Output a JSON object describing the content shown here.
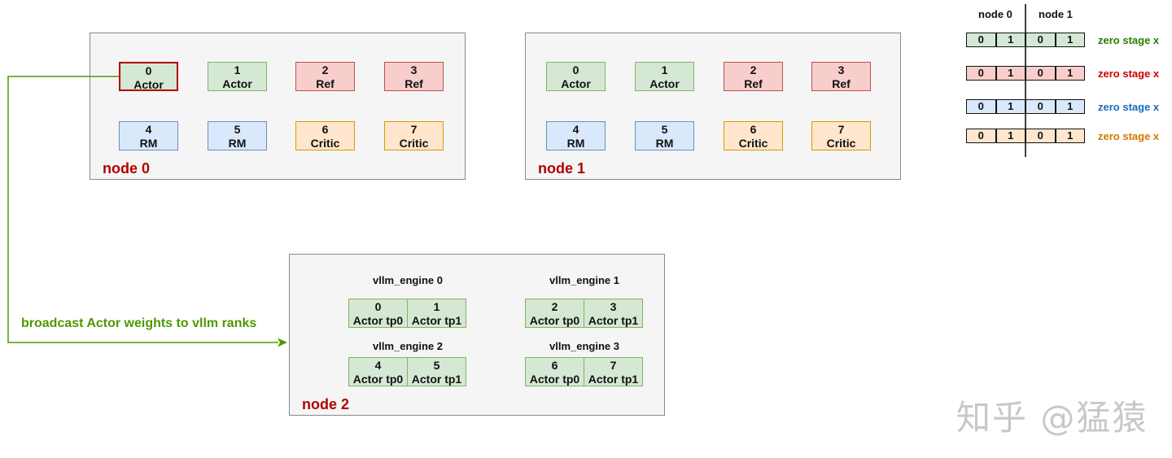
{
  "colors": {
    "actor": "#d5e8d4",
    "ref": "#f8cecc",
    "rm": "#dae8fc",
    "critic": "#ffe6cc",
    "node_label": "#b20000",
    "arrow": "#4d9900"
  },
  "nodes": [
    {
      "label": "node 0",
      "gpus": [
        {
          "id": "0",
          "role": "Actor"
        },
        {
          "id": "1",
          "role": "Actor"
        },
        {
          "id": "2",
          "role": "Ref"
        },
        {
          "id": "3",
          "role": "Ref"
        },
        {
          "id": "4",
          "role": "RM"
        },
        {
          "id": "5",
          "role": "RM"
        },
        {
          "id": "6",
          "role": "Critic"
        },
        {
          "id": "7",
          "role": "Critic"
        }
      ]
    },
    {
      "label": "node 1",
      "gpus": [
        {
          "id": "0",
          "role": "Actor"
        },
        {
          "id": "1",
          "role": "Actor"
        },
        {
          "id": "2",
          "role": "Ref"
        },
        {
          "id": "3",
          "role": "Ref"
        },
        {
          "id": "4",
          "role": "RM"
        },
        {
          "id": "5",
          "role": "RM"
        },
        {
          "id": "6",
          "role": "Critic"
        },
        {
          "id": "7",
          "role": "Critic"
        }
      ]
    }
  ],
  "vllm_node": {
    "label": "node 2",
    "engines": [
      {
        "title": "vllm_engine 0",
        "ranks": [
          {
            "id": "0",
            "role": "Actor tp0"
          },
          {
            "id": "1",
            "role": "Actor tp1"
          }
        ]
      },
      {
        "title": "vllm_engine 1",
        "ranks": [
          {
            "id": "2",
            "role": "Actor tp0"
          },
          {
            "id": "3",
            "role": "Actor tp1"
          }
        ]
      },
      {
        "title": "vllm_engine 2",
        "ranks": [
          {
            "id": "4",
            "role": "Actor tp0"
          },
          {
            "id": "5",
            "role": "Actor tp1"
          }
        ]
      },
      {
        "title": "vllm_engine 3",
        "ranks": [
          {
            "id": "6",
            "role": "Actor tp0"
          },
          {
            "id": "7",
            "role": "Actor tp1"
          }
        ]
      }
    ]
  },
  "broadcast_label": "broadcast Actor weights to vllm ranks",
  "legend": {
    "headers": [
      "node 0",
      "node 1"
    ],
    "rows": [
      {
        "cells": [
          "0",
          "1",
          "0",
          "1"
        ],
        "label": "zero stage x",
        "label_color": "#2d7a00"
      },
      {
        "cells": [
          "0",
          "1",
          "0",
          "1"
        ],
        "label": "zero stage x",
        "label_color": "#cc0000"
      },
      {
        "cells": [
          "0",
          "1",
          "0",
          "1"
        ],
        "label": "zero stage x",
        "label_color": "#1a6bbf"
      },
      {
        "cells": [
          "0",
          "1",
          "0",
          "1"
        ],
        "label": "zero stage x",
        "label_color": "#d07a00"
      }
    ]
  },
  "watermark": "知乎 @猛猿"
}
